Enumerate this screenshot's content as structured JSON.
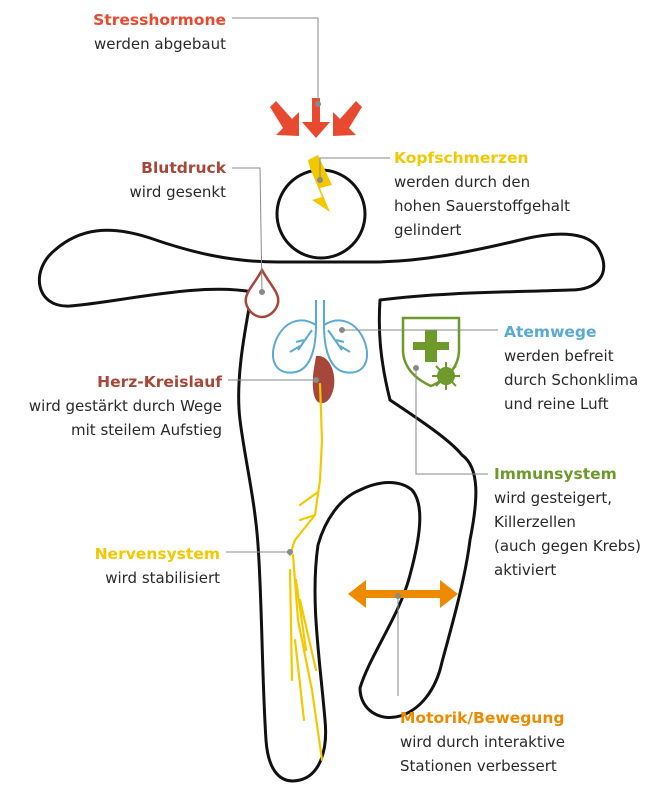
{
  "labels": {
    "stress": {
      "title": "Stresshormone",
      "lines": [
        "werden abgebaut"
      ]
    },
    "blut": {
      "title": "Blutdruck",
      "lines": [
        "wird gesenkt"
      ]
    },
    "kopf": {
      "title": "Kopfschmerzen",
      "lines": [
        "werden durch den",
        "hohen Sauerstoffgehalt",
        "gelindert"
      ]
    },
    "atem": {
      "title": "Atemwege",
      "lines": [
        "werden befreit",
        "durch Schonklima",
        "und reine Luft"
      ]
    },
    "herz": {
      "title": "Herz-Kreislauf",
      "lines": [
        "wird gestärkt durch Wege",
        "mit steilem Aufstieg"
      ]
    },
    "immun": {
      "title": "Immunsystem",
      "lines": [
        "wird gesteigert,",
        "Killerzellen",
        "(auch gegen Krebs)",
        "aktiviert"
      ]
    },
    "nerven": {
      "title": "Nervensystem",
      "lines": [
        "wird stabilisiert"
      ]
    },
    "motorik": {
      "title": "Motorik/Bewegung",
      "lines": [
        "wird durch interaktive",
        "Stationen verbessert"
      ]
    }
  },
  "colors": {
    "stress": "#e84a2f",
    "blood": "#a6473a",
    "headache": "#f4c800",
    "lungs": "#5aa9d6",
    "immune": "#6e9a2b",
    "nerves": "#f4c800",
    "motion": "#ee8a00",
    "outline": "#111111",
    "leader": "#8a8a8a"
  },
  "icons": [
    "stress-arrows-icon",
    "lightning-icon",
    "blood-drop-icon",
    "lungs-icon",
    "heart-icon",
    "shield-plus-icon",
    "virus-icon",
    "nerves-icon",
    "double-arrow-icon"
  ]
}
